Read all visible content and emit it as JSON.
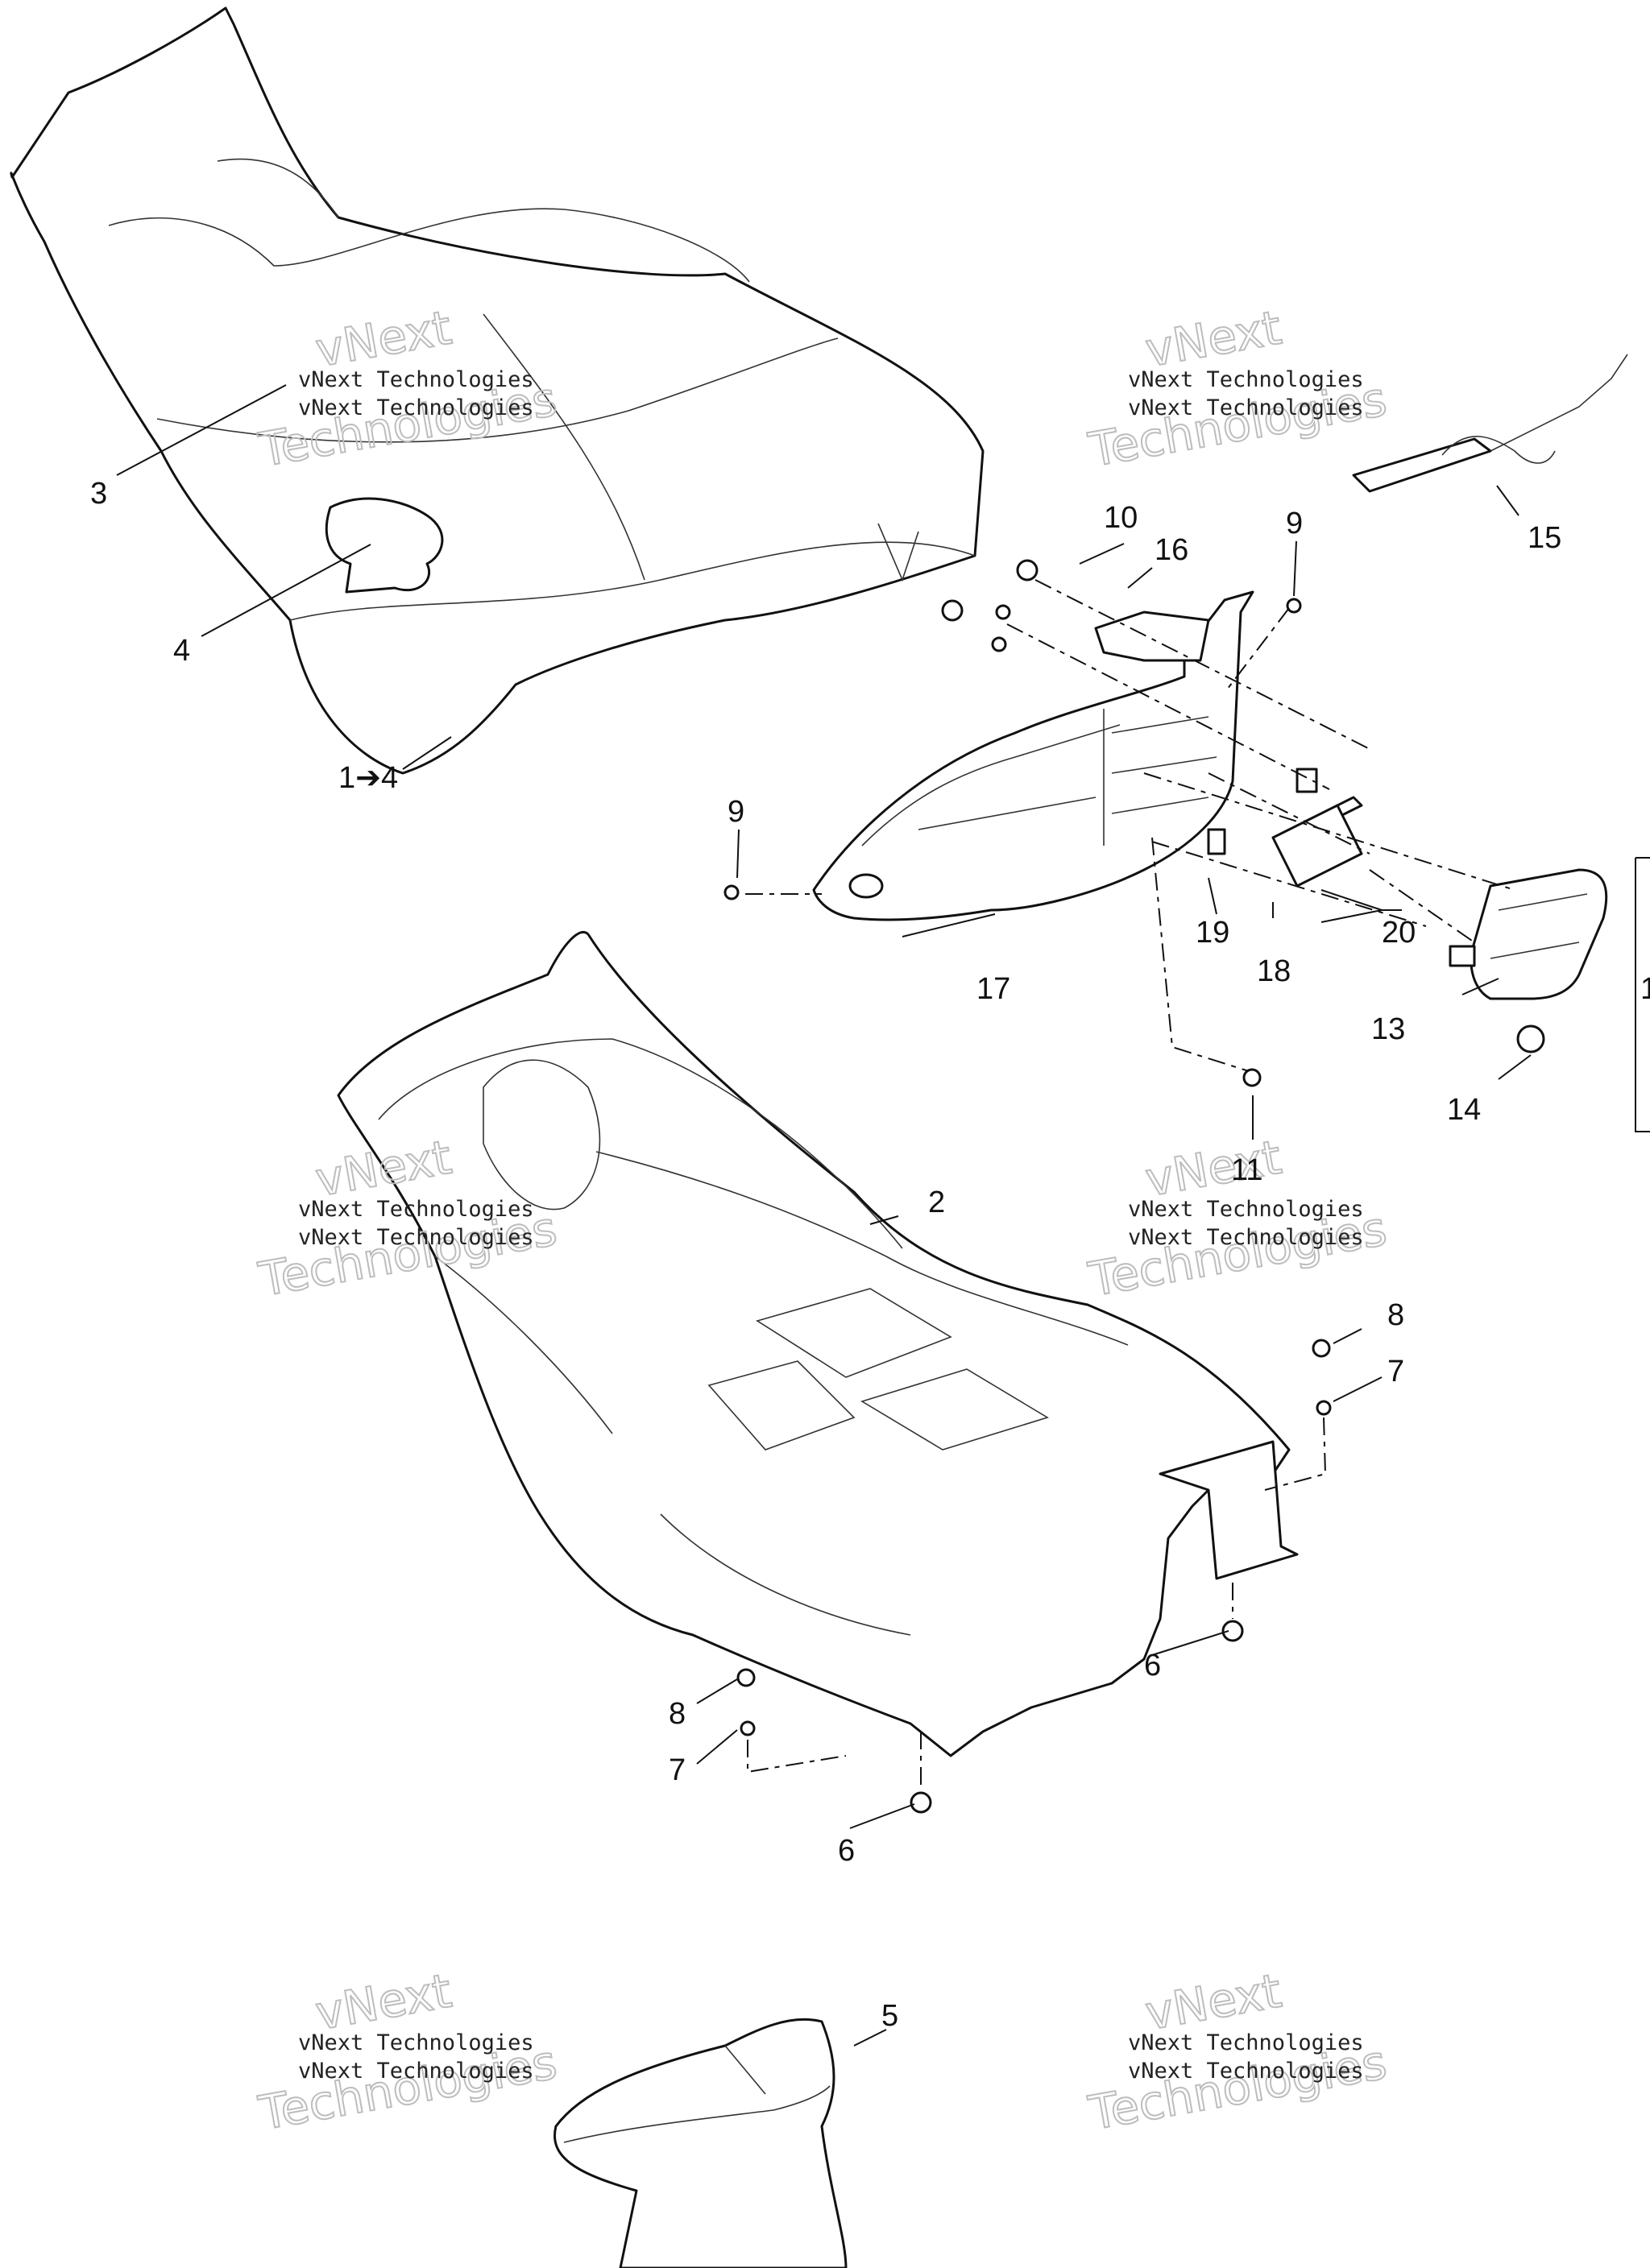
{
  "callouts": {
    "c1": "1➔4",
    "c2": "2",
    "c3": "3",
    "c4": "4",
    "c5": "5",
    "c6a": "6",
    "c6b": "6",
    "c7a": "7",
    "c7b": "7",
    "c8a": "8",
    "c8b": "8",
    "c9a": "9",
    "c9b": "9",
    "c10": "10",
    "c11": "11",
    "c13": "13",
    "c14": "14",
    "c15": "15",
    "c16": "16",
    "c17": "17",
    "c18": "18",
    "c19": "19",
    "c20": "20",
    "c12": "1"
  },
  "watermark": {
    "line_small": "vNext Technologies",
    "line_big_1": "vNext",
    "line_big_2": "Technologies"
  }
}
